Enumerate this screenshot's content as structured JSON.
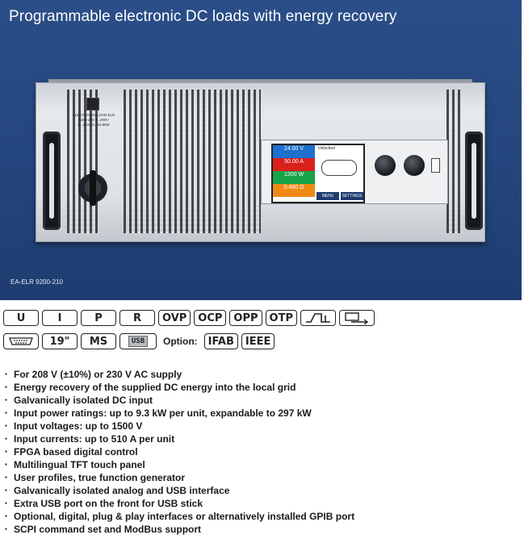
{
  "hero": {
    "title": "Programmable electronic DC loads with energy recovery",
    "model": "EA-ELR 9200-210",
    "colors": {
      "background": "#24457d",
      "text": "#ffffff"
    }
  },
  "device": {
    "label": "ELECTRONIC LOAD ELR 9200-210 0...200V 0...210A 0...10.5kW",
    "display": {
      "voltage": "24.00 V",
      "current": "50.00 A",
      "power": "1200 W",
      "resistance": "0.480 Ω",
      "status": "Unlocked",
      "menu": "MENU",
      "settings": "SETTINGS"
    }
  },
  "icons_row1": [
    "U",
    "I",
    "P",
    "R",
    "OVP",
    "OCP",
    "OPP",
    "OTP"
  ],
  "icons_row1_symbols": [
    "function-generator-icon",
    "table-function-icon"
  ],
  "icons_row2": {
    "connector_icon": "db-connector-icon",
    "rack": "19\"",
    "ms": "MS",
    "usb": "USB",
    "option_label": "Option:",
    "options": [
      "IFAB",
      "IEEE"
    ]
  },
  "features": [
    "For 208 V (±10%) or 230 V AC supply",
    "Energy recovery of the supplied DC energy into the local grid",
    "Galvanically isolated DC input",
    "Input power ratings: up to 9.3 kW per unit, expandable to 297 kW",
    "Input voltages: up to 1500 V",
    "Input currents: up to 510 A per unit",
    "FPGA based digital control",
    "Multilingual TFT touch panel",
    "User profiles, true function generator",
    "Galvanically isolated analog and USB interface",
    "Extra USB port on the front for USB stick",
    "Optional, digital, plug & play interfaces or alternatively installed GPIB port",
    "SCPI command set and ModBus support"
  ]
}
